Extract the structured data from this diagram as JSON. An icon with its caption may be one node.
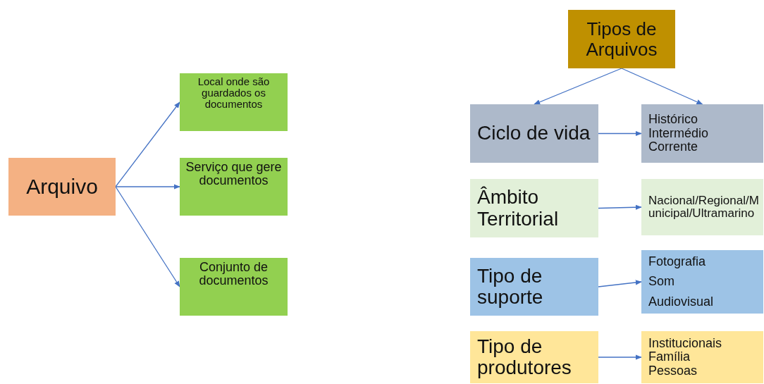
{
  "diagram": {
    "nodes": [
      {
        "text": [
          "Arquivo"
        ]
      },
      {
        "text": [
          "Local onde são guardados os documentos"
        ]
      },
      {
        "text": [
          "Serviço que gere documentos"
        ]
      },
      {
        "text": [
          "Conjunto de documentos"
        ]
      },
      {
        "text": [
          "Tipos de Arquivos"
        ]
      },
      {
        "text": [
          "Ciclo de vida"
        ]
      },
      {
        "text": [
          "Histórico",
          "Intermédio",
          "Corrente"
        ]
      },
      {
        "text": [
          "Âmbito Territorial"
        ]
      },
      {
        "text": [
          "Nacional/Regional/Municipal/Ultramarino"
        ]
      },
      {
        "text": [
          "Tipo de suporte"
        ]
      },
      {
        "text": [
          "Fotografia",
          "Som",
          "Audiovisual"
        ]
      },
      {
        "text": [
          "Tipo de produtores"
        ]
      },
      {
        "text": [
          "Institucionais",
          "Família",
          "Pessoas"
        ]
      }
    ],
    "edges": [
      {
        "from": 0,
        "to": 1,
        "arrow": "to"
      },
      {
        "from": 0,
        "to": 2,
        "arrow": "to"
      },
      {
        "from": 0,
        "to": 3,
        "arrow": "to"
      },
      {
        "from": 4,
        "to": 5,
        "arrow": "to"
      },
      {
        "from": 4,
        "to": 6,
        "arrow": "to"
      },
      {
        "from": 5,
        "to": 6,
        "arrow": "to"
      },
      {
        "from": 7,
        "to": 8,
        "arrow": "to"
      },
      {
        "from": 9,
        "to": 10,
        "arrow": "to"
      },
      {
        "from": 11,
        "to": 12,
        "arrow": "to"
      }
    ]
  }
}
